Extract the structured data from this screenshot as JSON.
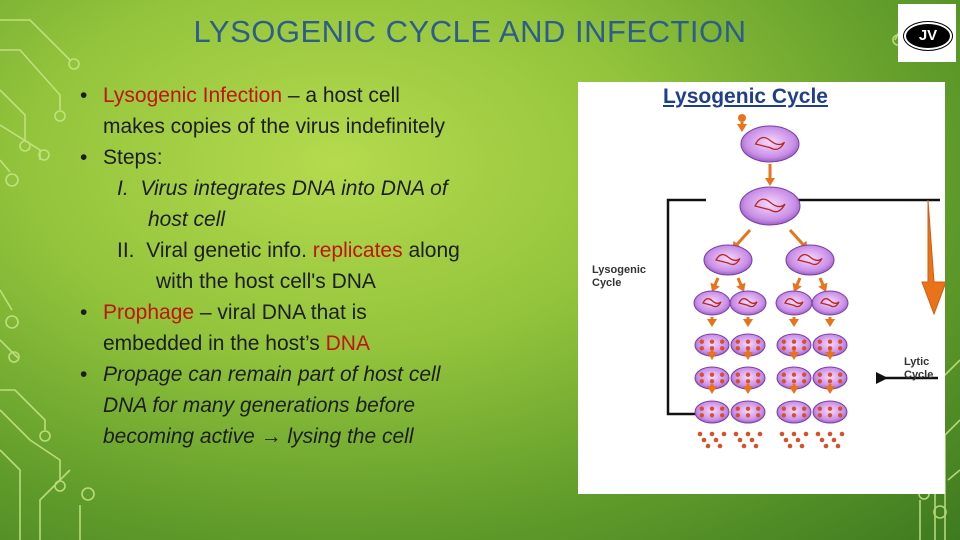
{
  "slide": {
    "title": "LYSOGENIC CYCLE AND INFECTION",
    "logo_text": "JV",
    "bullets": {
      "b1_term": "Lysogenic Infection",
      "b1_rest_line1": " – a host cell",
      "b1_line2": "makes copies of the virus indefinitely",
      "b2": "Steps:",
      "s1_num": "I.",
      "s1_line1": "Virus integrates DNA into DNA of",
      "s1_line2": "host cell",
      "s2_num": "II.",
      "s2_before": "Viral genetic info. ",
      "s2_term": "replicates",
      "s2_after": " along",
      "s2_line2": "with the host cell's DNA",
      "b3_term": "Prophage",
      "b3_rest_line1": " – viral DNA that is",
      "b3_line2_before": "embedded in the host’s ",
      "b3_term2": "DNA",
      "b4_line1": "Propage can remain part of host cell",
      "b4_line2": "DNA for many generations before",
      "b4_line3_before": "becoming active ",
      "b4_arrow": "→",
      "b4_line3_after": " lysing the cell"
    },
    "figure": {
      "title": "Lysogenic Cycle",
      "label_left_line1": "Lysogenic",
      "label_left_line2": "Cycle",
      "label_right_line1": "Lytic",
      "label_right_line2": "Cycle"
    }
  }
}
